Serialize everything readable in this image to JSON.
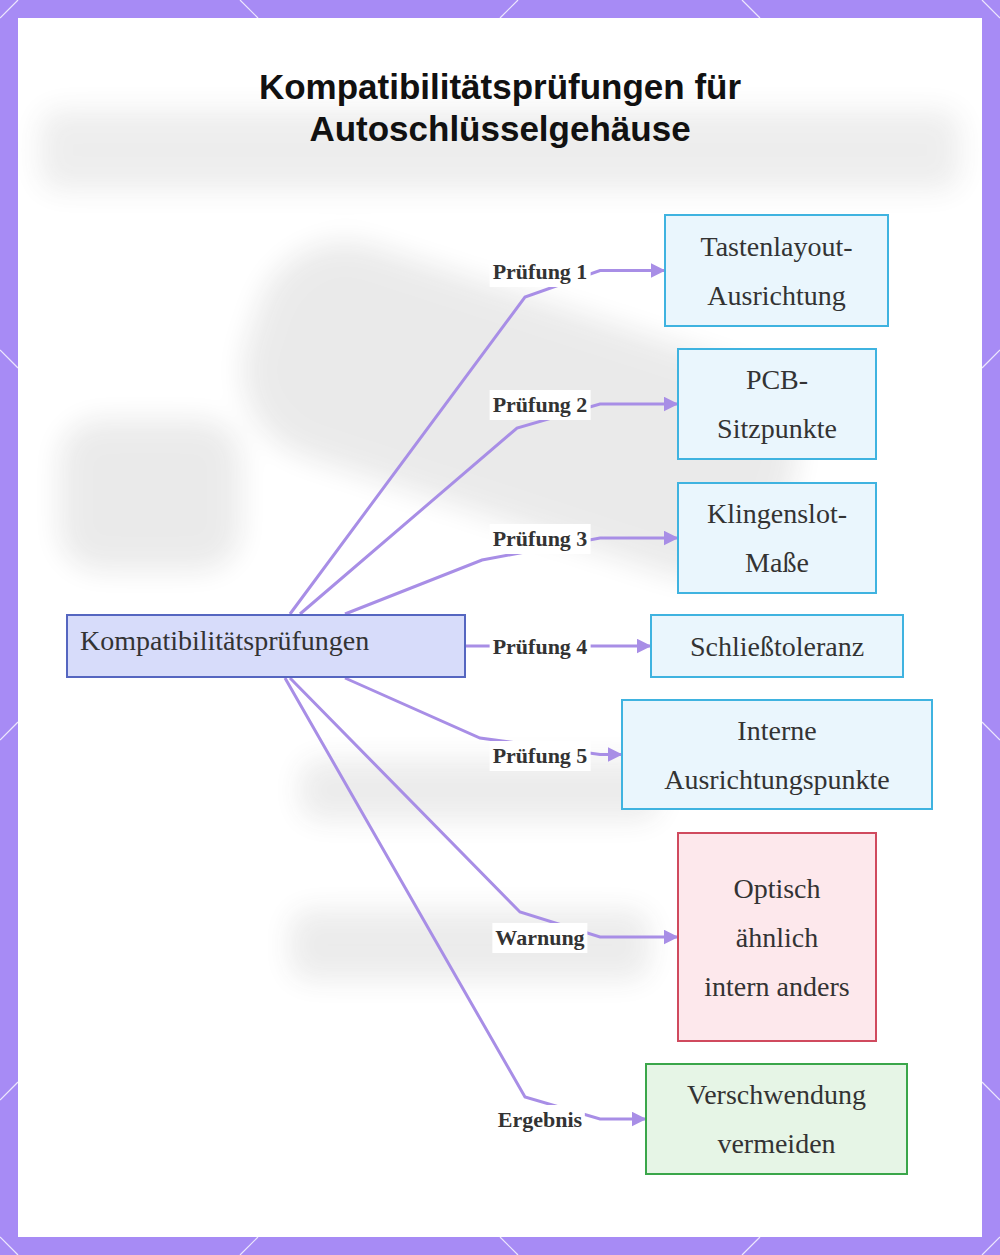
{
  "diagram": {
    "title": "Kompatibilitätsprüfungen für Autoschlüsselgehäuse",
    "nodes": [
      {
        "text": [
          "Kompatibilitätsprüfungen"
        ]
      },
      {
        "text": [
          "Tastenlayout- Ausrichtung"
        ]
      },
      {
        "text": [
          "PCB- Sitzpunkte"
        ]
      },
      {
        "text": [
          "Klingenslot- Maße"
        ]
      },
      {
        "text": [
          "Schließtoleranz"
        ]
      },
      {
        "text": [
          "Interne Ausrichtungspunkte"
        ]
      },
      {
        "text": [
          "Optisch ähnlich intern anders"
        ]
      },
      {
        "text": [
          "Verschwendung vermeiden"
        ]
      }
    ],
    "edges": [
      {
        "from": 0,
        "to": 1,
        "label": "Prüfung 1",
        "arrow": "to"
      },
      {
        "from": 0,
        "to": 2,
        "label": "Prüfung 2",
        "arrow": "to"
      },
      {
        "from": 0,
        "to": 3,
        "label": "Prüfung 3",
        "arrow": "to"
      },
      {
        "from": 0,
        "to": 4,
        "label": "Prüfung 4",
        "arrow": "to"
      },
      {
        "from": 0,
        "to": 5,
        "label": "Prüfung 5",
        "arrow": "to"
      },
      {
        "from": 0,
        "to": 6,
        "label": "Warnung",
        "arrow": "to"
      },
      {
        "from": 0,
        "to": 7,
        "label": "Ergebnis",
        "arrow": "to"
      }
    ]
  }
}
